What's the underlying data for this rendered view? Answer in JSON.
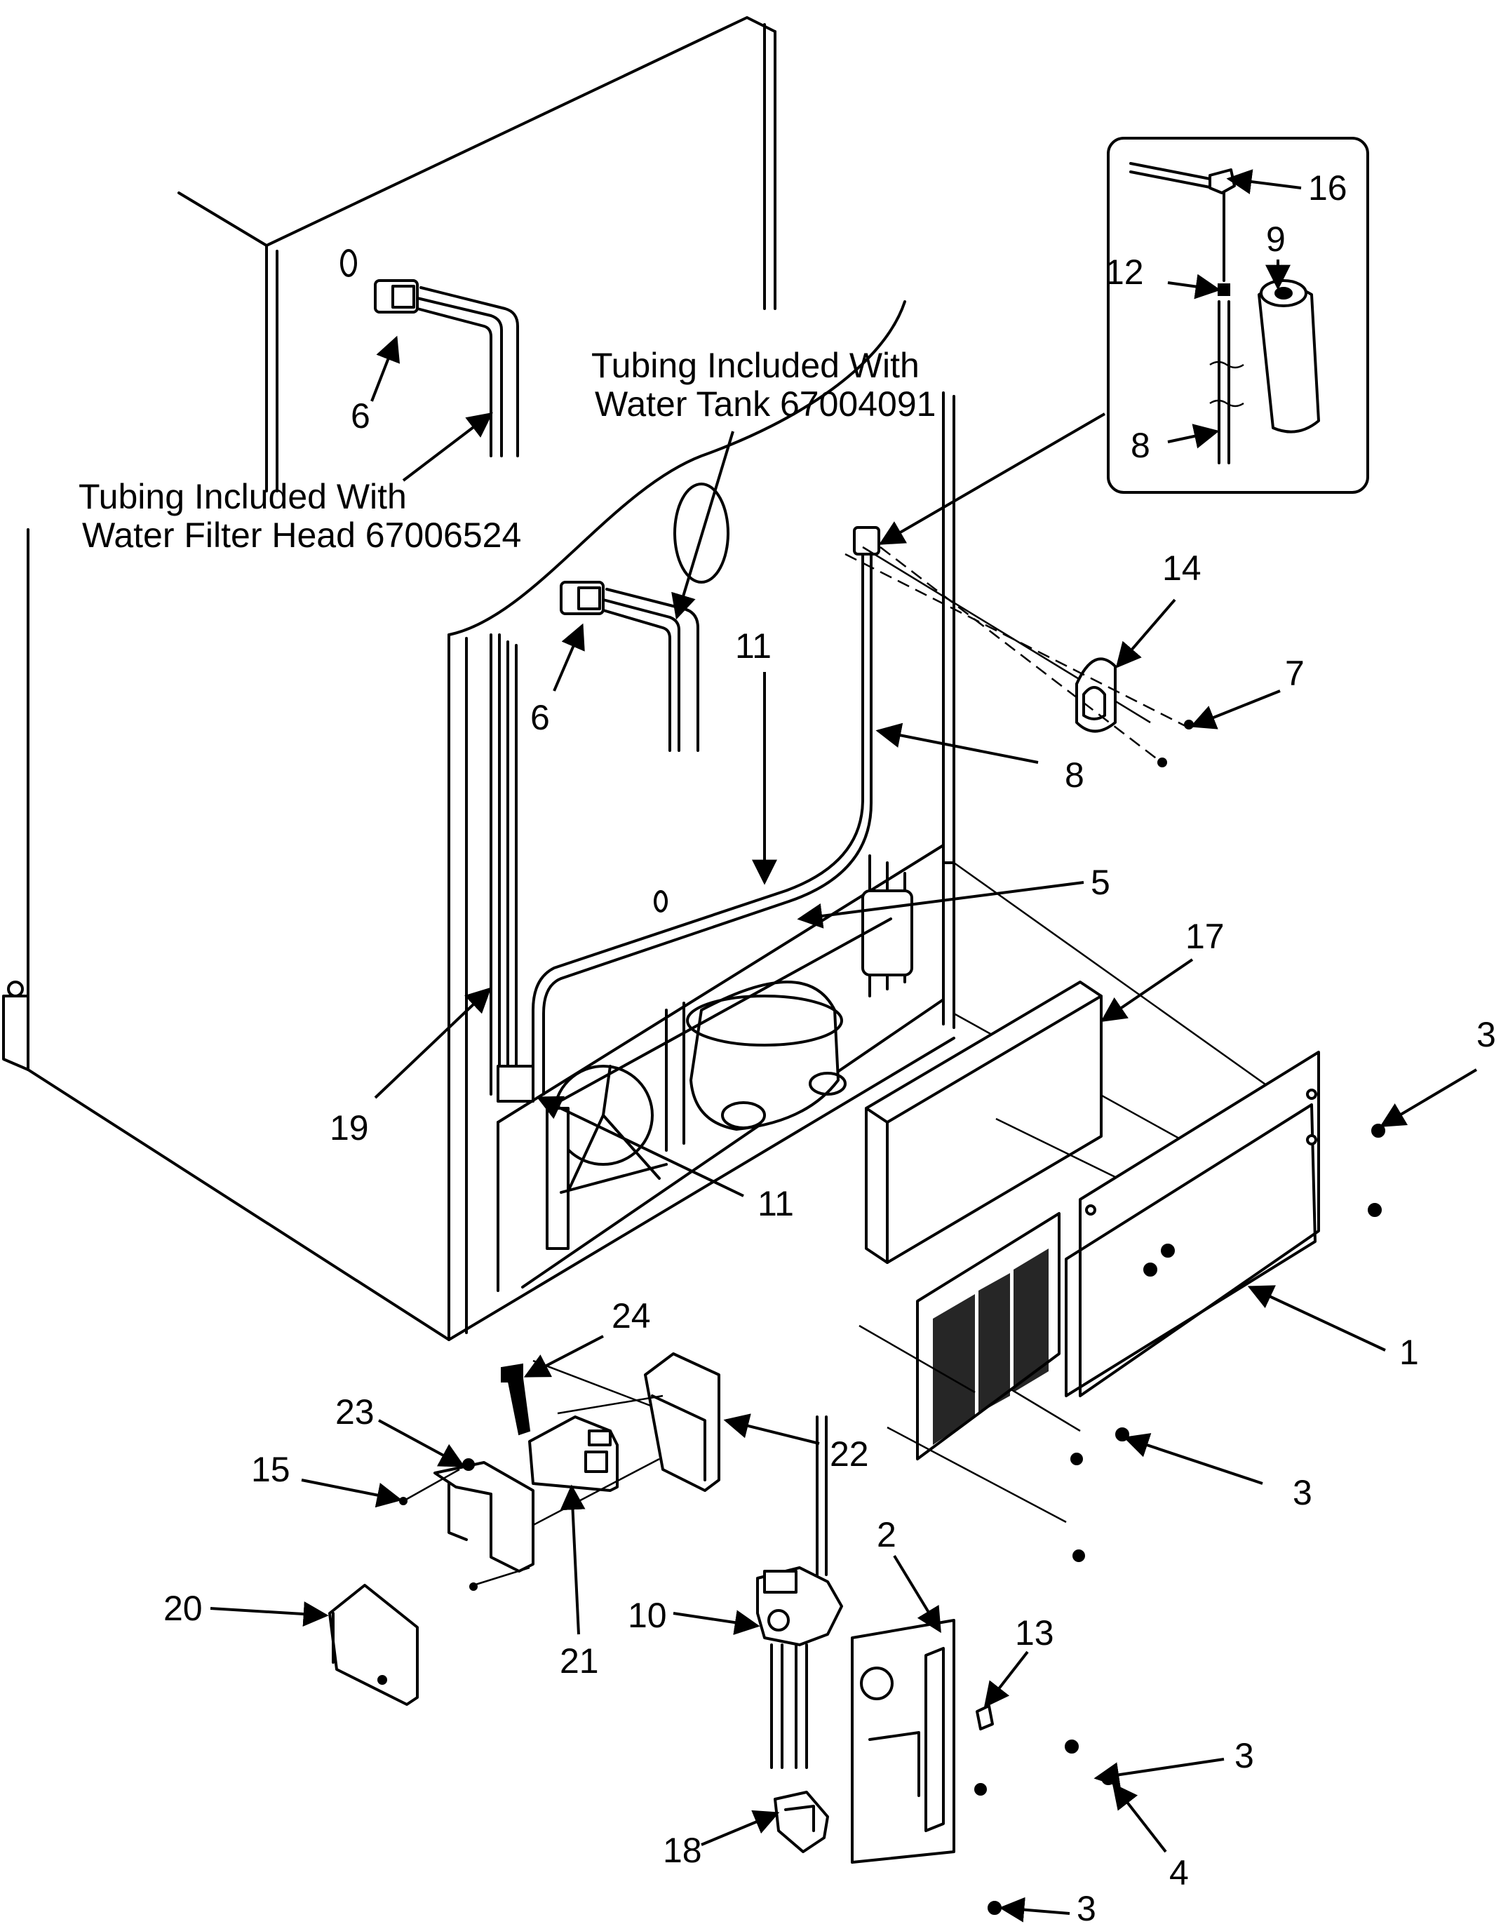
{
  "notes": {
    "water_tank": [
      "Tubing Included With",
      "Water Tank 67004091"
    ],
    "water_filter": [
      "Tubing Included With",
      "Water Filter Head 67006524"
    ]
  },
  "callouts": {
    "c1": "1",
    "c2": "2",
    "c3a": "3",
    "c3b": "3",
    "c3c": "3",
    "c3d": "3",
    "c4": "4",
    "c5": "5",
    "c6a": "6",
    "c6b": "6",
    "c7": "7",
    "c8a": "8",
    "c8b": "8",
    "c9": "9",
    "c10": "10",
    "c11a": "11",
    "c11b": "11",
    "c12": "12",
    "c13": "13",
    "c14": "14",
    "c15": "15",
    "c16": "16",
    "c17": "17",
    "c18": "18",
    "c19": "19",
    "c20": "20",
    "c21": "21",
    "c22": "22",
    "c23": "23",
    "c24": "24"
  }
}
